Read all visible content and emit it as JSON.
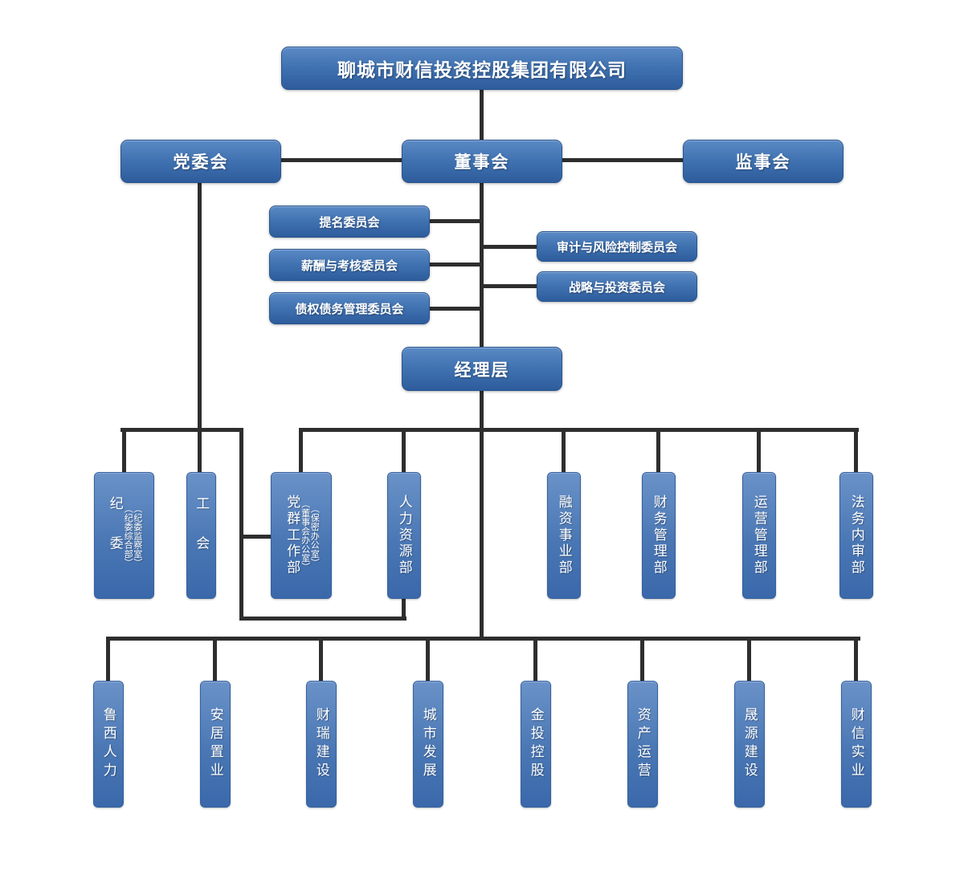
{
  "root_label": "聊城市财信投资控股集团有限公司",
  "level2": {
    "party": "党委会",
    "board": "董事会",
    "supervisory": "监事会"
  },
  "board_committees_left": [
    "提名委员会",
    "薪酬与考核委员会",
    "债权债务管理委员会"
  ],
  "board_committees_right": [
    "审计与风险控制委员会",
    "战略与投资委员会"
  ],
  "management_label": "经理层",
  "departments": [
    {
      "label": "纪委",
      "subs": [
        "（纪委监察室）",
        "（纪委综合部）"
      ]
    },
    {
      "label": "工会",
      "subs": []
    },
    {
      "label": "党群工作部",
      "subs": [
        "（保密办公室）",
        "（董事会办公室）"
      ]
    },
    {
      "label": "人力资源部"
    },
    {
      "label": "融资事业部"
    },
    {
      "label": "财务管理部"
    },
    {
      "label": "运营管理部"
    },
    {
      "label": "法务内审部"
    }
  ],
  "subsidiaries": [
    "鲁西人力",
    "安居置业",
    "财瑞建设",
    "城市发展",
    "金投控股",
    "资产运营",
    "晟源建设",
    "财信实业"
  ],
  "colors": {
    "box_gradient_top": "#5a8ac5",
    "box_gradient_bottom": "#2e5c9c",
    "vbox_gradient_top": "#6a92c8",
    "vbox_gradient_bottom": "#3a68aa",
    "connector": "#2e2e2e",
    "text": "#ffffff"
  }
}
